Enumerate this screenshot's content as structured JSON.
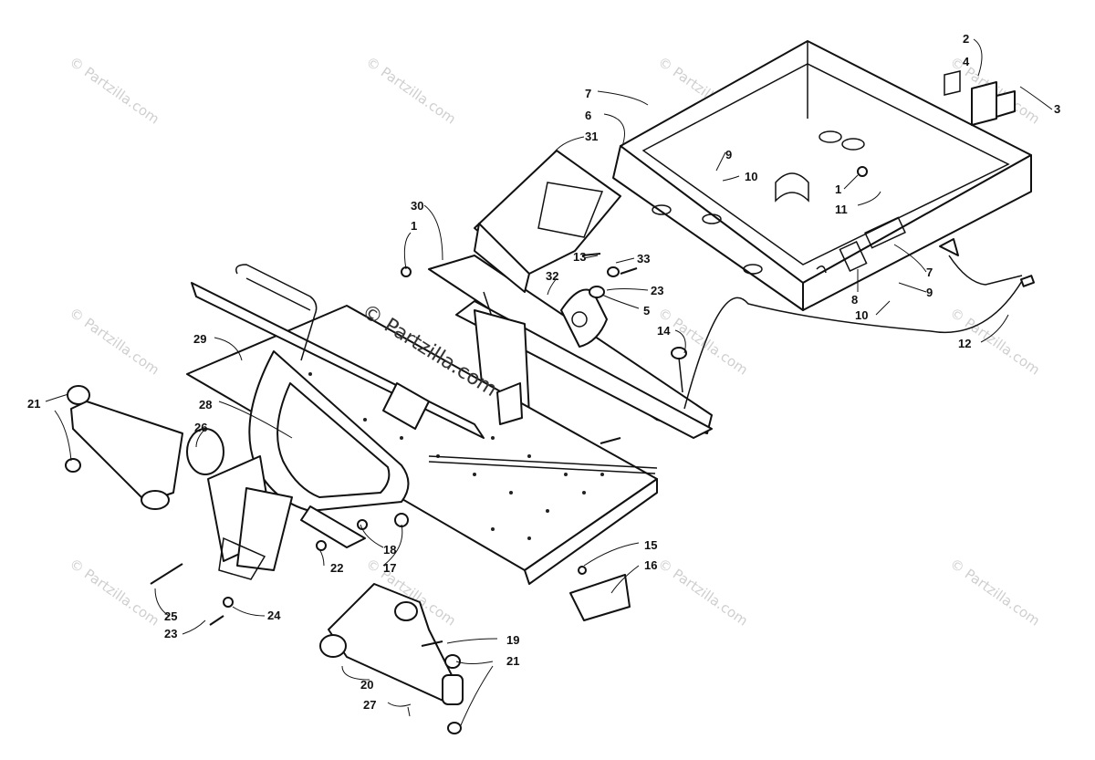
{
  "watermarks": {
    "small": "© Partzilla.com",
    "center": "© Partzilla.com"
  },
  "callouts": [
    {
      "id": "c1",
      "text": "2"
    },
    {
      "id": "c2",
      "text": "4"
    },
    {
      "id": "c3",
      "text": "3"
    },
    {
      "id": "c4",
      "text": "7"
    },
    {
      "id": "c5",
      "text": "6"
    },
    {
      "id": "c6",
      "text": "31"
    },
    {
      "id": "c7",
      "text": "9"
    },
    {
      "id": "c8",
      "text": "10"
    },
    {
      "id": "c9",
      "text": "1"
    },
    {
      "id": "c10",
      "text": "11"
    },
    {
      "id": "c11",
      "text": "30"
    },
    {
      "id": "c12",
      "text": "1"
    },
    {
      "id": "c13",
      "text": "13"
    },
    {
      "id": "c14",
      "text": "33"
    },
    {
      "id": "c15",
      "text": "32"
    },
    {
      "id": "c16",
      "text": "23"
    },
    {
      "id": "c17",
      "text": "5"
    },
    {
      "id": "c18",
      "text": "7"
    },
    {
      "id": "c19",
      "text": "8"
    },
    {
      "id": "c20",
      "text": "9"
    },
    {
      "id": "c21",
      "text": "10"
    },
    {
      "id": "c22",
      "text": "14"
    },
    {
      "id": "c23",
      "text": "12"
    },
    {
      "id": "c24",
      "text": "29"
    },
    {
      "id": "c25",
      "text": "28"
    },
    {
      "id": "c26",
      "text": "21"
    },
    {
      "id": "c27",
      "text": "26"
    },
    {
      "id": "c28",
      "text": "18"
    },
    {
      "id": "c29",
      "text": "17"
    },
    {
      "id": "c30",
      "text": "22"
    },
    {
      "id": "c31",
      "text": "15"
    },
    {
      "id": "c32",
      "text": "16"
    },
    {
      "id": "c33",
      "text": "25"
    },
    {
      "id": "c34",
      "text": "24"
    },
    {
      "id": "c35",
      "text": "23"
    },
    {
      "id": "c36",
      "text": "19"
    },
    {
      "id": "c37",
      "text": "21"
    },
    {
      "id": "c38",
      "text": "20"
    },
    {
      "id": "c39",
      "text": "27"
    }
  ]
}
